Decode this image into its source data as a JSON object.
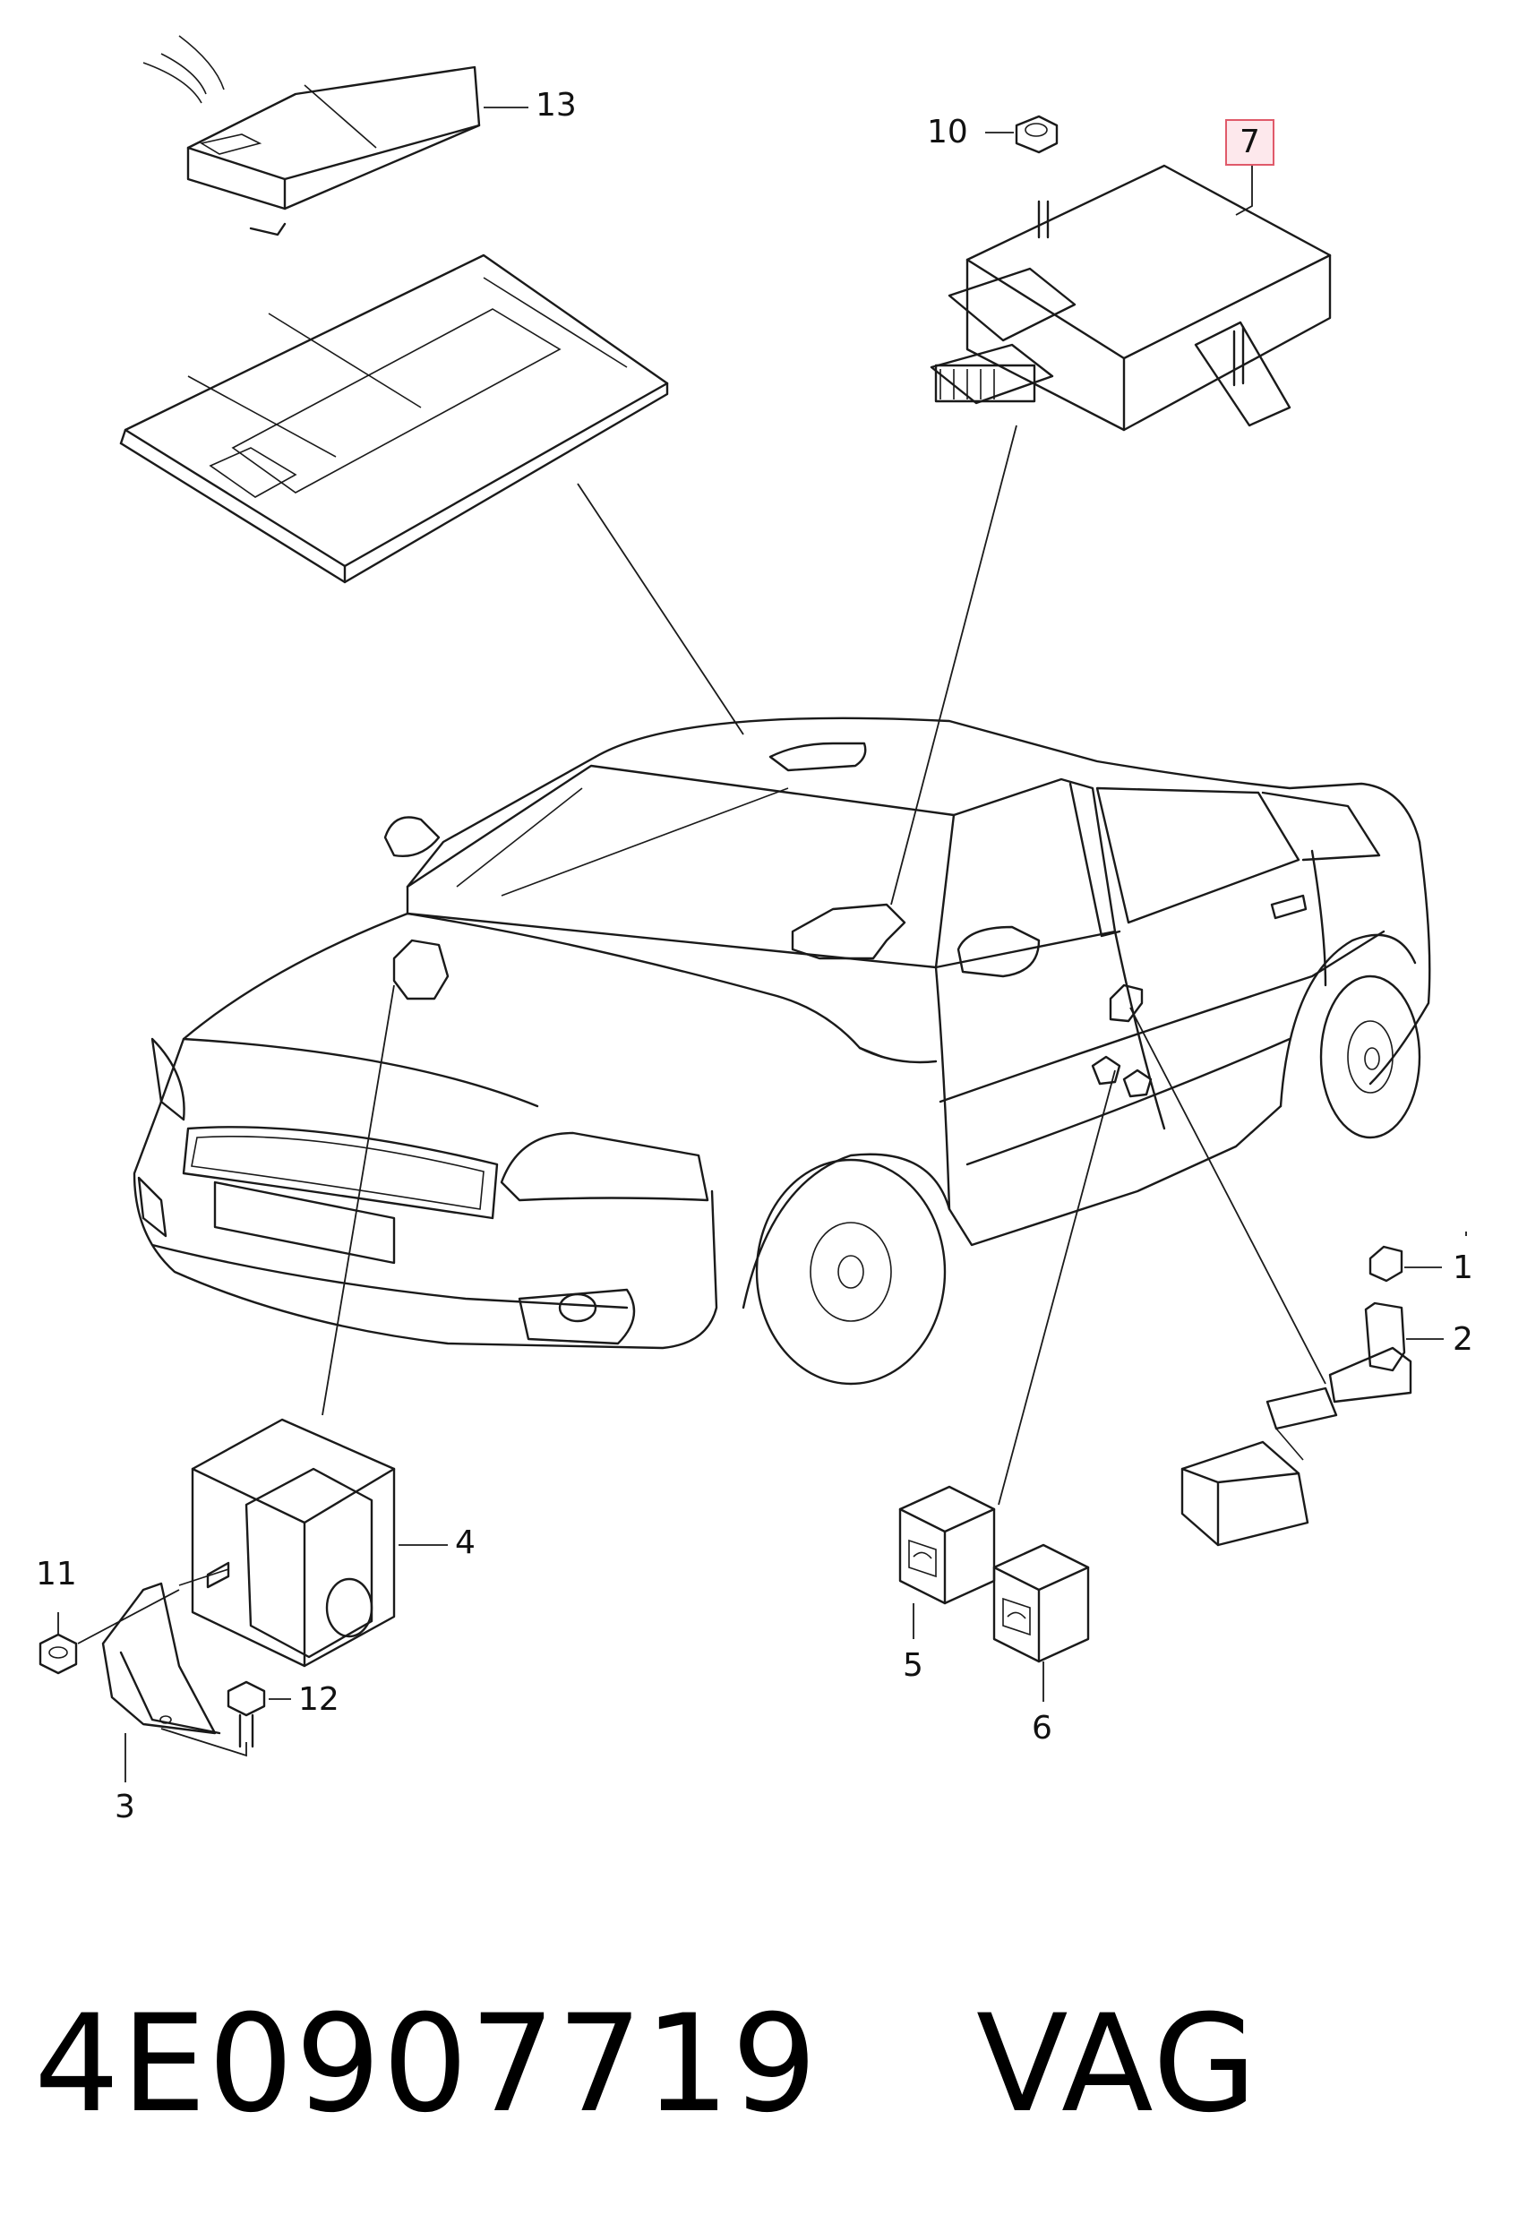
{
  "callouts": {
    "c1": "1",
    "c2": "2",
    "c3": "3",
    "c4": "4",
    "c5": "5",
    "c6": "6",
    "c7": "7",
    "c10": "10",
    "c11": "11",
    "c12": "12",
    "c13": "13"
  },
  "highlight_color": "#e05a6a",
  "footer": {
    "part_number": "4E0907719",
    "brand": "VAG"
  }
}
